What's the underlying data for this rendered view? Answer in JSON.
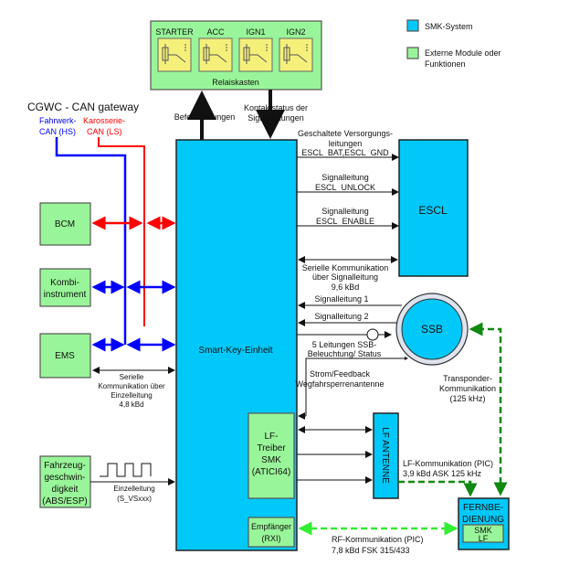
{
  "legend": {
    "smk_system": "SMK-System",
    "external_line1": "Externe Module oder",
    "external_line2": "Funktionen",
    "colors": {
      "smk": "#00c8f8",
      "external": "#99f599"
    }
  },
  "relay_box": {
    "title": "Relaiskasten",
    "relays": [
      "STARTER",
      "ACC",
      "IGN1",
      "IGN2"
    ]
  },
  "main_unit": {
    "label": "Smart-Key-Einheit"
  },
  "lf_driver": {
    "lines": [
      "LF-",
      "Treiber",
      "SMK",
      "(ATICI64)"
    ]
  },
  "receiver": {
    "lines": [
      "Empfänger",
      "(RXI)"
    ]
  },
  "escl": {
    "label": "ESCL"
  },
  "ssb": {
    "label": "SSB"
  },
  "lf_antenna": {
    "label": "LF ANTENNE"
  },
  "remote": {
    "lines": [
      "FERNBE-",
      "DIENUNG"
    ],
    "inner": [
      "SMK",
      "LF"
    ]
  },
  "gateway": {
    "title": "CGWC - CAN gateway",
    "hs": [
      "Fahrwerk-",
      "CAN (HS)"
    ],
    "ls": [
      "Karosserie-",
      "CAN (LS)"
    ],
    "colors": {
      "hs": "#0000ff",
      "ls": "#ff0000"
    }
  },
  "modules": {
    "bcm": "BCM",
    "kombi": [
      "Kombi-",
      "instrument"
    ],
    "ems": "EMS",
    "speed": [
      "Fahrzeug-",
      "geschwin-",
      "digkeit",
      "(ABS/ESP)"
    ]
  },
  "labels": {
    "command": "Befehlsleitungen",
    "contact": [
      "Kontaktstatus der",
      "Signalleitungen"
    ],
    "supply": [
      "Geschaltete Versorgungs-",
      "leitungen",
      "ESCL_BAT,ESCL_GND"
    ],
    "unlock": [
      "Signalleitung",
      "ESCL_UNLOCK"
    ],
    "enable": [
      "Signalleitung",
      "ESCL_ENABLE"
    ],
    "serial_escl": [
      "Serielle Kommunikation",
      "über Signalleitung",
      "9,6 kBd"
    ],
    "sig1": "Signalleitung 1",
    "sig2": "Signalleitung 2",
    "ssb_lines": [
      "5 Leitungen SSB-",
      "Beleuchtung/ Status"
    ],
    "feedback": [
      "Strom/Feedback",
      "Wegfahrsperrenantenne"
    ],
    "transponder": [
      "Transponder-",
      "Kommunikation",
      "(125 kHz)"
    ],
    "lf_comm": [
      "LF-Kommunikation (PIC)",
      "3,9 kBd ASK 125 kHz"
    ],
    "rf_comm": [
      "RF-Kommunikation (PIC)",
      "7,8 kBd FSK 315/433"
    ],
    "ems_serial": [
      "Serielle",
      "Kommunikation über",
      "Einzelleitung",
      "4,8 kBd"
    ],
    "speed_line": [
      "Einzelleitung",
      "(S_VSxxx)"
    ]
  }
}
